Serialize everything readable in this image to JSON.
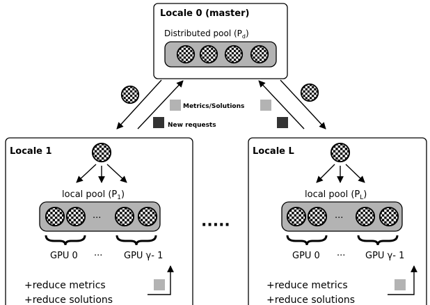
{
  "master": {
    "title": "Locale 0 (master)",
    "pool_label": "Distributed pool (P",
    "pool_sub": "d",
    "pool_suffix": ")"
  },
  "legend": {
    "metrics_label": "Metrics/Solutions",
    "requests_label": "New requests"
  },
  "locales": [
    {
      "title": "Locale 1",
      "pool_label": "local pool (P",
      "pool_sub": "1",
      "pool_suffix": ")",
      "gpu_first": "GPU 0",
      "gpu_last": "GPU γ- 1",
      "pool_ellipsis": "···",
      "gpu_ellipsis": "···",
      "reduce_metrics": "+reduce metrics",
      "reduce_solutions": "+reduce solutions"
    },
    {
      "title": "Locale L",
      "pool_label": "local pool (P",
      "pool_sub": "L",
      "pool_suffix": ")",
      "gpu_first": "GPU 0",
      "gpu_last": "GPU γ- 1",
      "pool_ellipsis": "···",
      "gpu_ellipsis": "···",
      "reduce_metrics": "+reduce metrics",
      "reduce_solutions": "+reduce solutions"
    }
  ],
  "between_dots": "·····",
  "colors": {
    "pool_fill": "#b3b3b3",
    "metrics_square": "#b3b3b3",
    "requests_square": "#333333",
    "border": "#000000"
  },
  "icons": {
    "node": "checkered-ball-icon"
  }
}
